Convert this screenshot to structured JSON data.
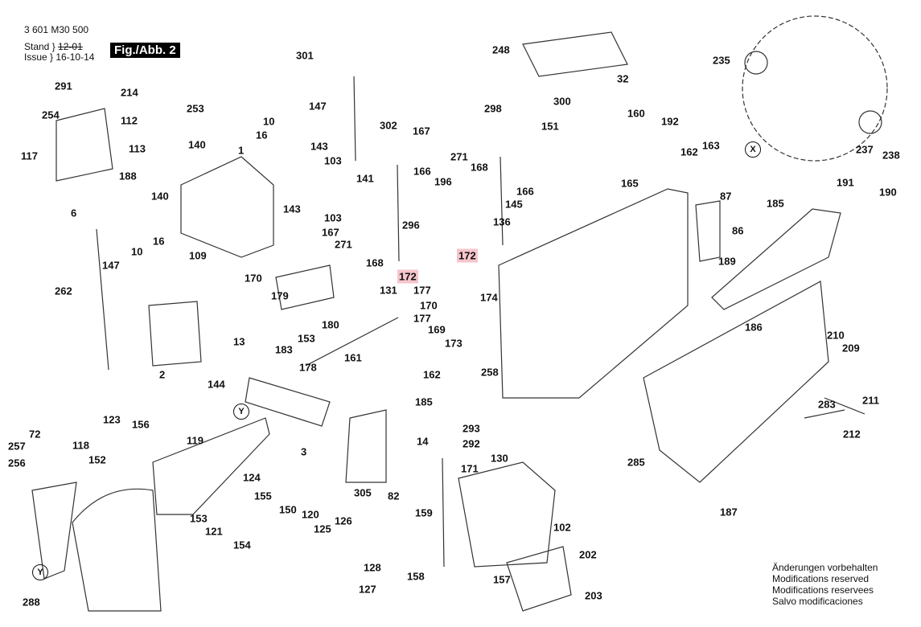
{
  "header": {
    "part_number": "3 601 M30 500",
    "stand_label": "Stand",
    "issue_label": "Issue",
    "old_date": "12-01",
    "issue_date": "16-10-14",
    "figure": "Fig./Abb. 2"
  },
  "highlight_color": "#e65a6e",
  "labels": [
    "301",
    "248",
    "235",
    "32",
    "291",
    "214",
    "254",
    "253",
    "147",
    "298",
    "300",
    "112",
    "302",
    "167",
    "151",
    "160",
    "192",
    "10",
    "16",
    "1",
    "113",
    "140",
    "143",
    "271",
    "168",
    "162",
    "163",
    "237",
    "238",
    "117",
    "103",
    "141",
    "166",
    "196",
    "166",
    "145",
    "165",
    "87",
    "185",
    "191",
    "190",
    "188",
    "140",
    "143",
    "103",
    "6",
    "296",
    "136",
    "86",
    "167",
    "271",
    "168",
    "109",
    "10",
    "16",
    "147",
    "172",
    "189",
    "262",
    "170",
    "179",
    "172",
    "131",
    "177",
    "174",
    "170",
    "177",
    "169",
    "180",
    "153",
    "186",
    "210",
    "209",
    "183",
    "13",
    "173",
    "161",
    "2",
    "144",
    "178",
    "162",
    "258",
    "185",
    "283",
    "211",
    "212",
    "Y",
    "72",
    "123",
    "156",
    "118",
    "152",
    "119",
    "257",
    "256",
    "3",
    "293",
    "14",
    "292",
    "171",
    "130",
    "285",
    "124",
    "155",
    "305",
    "82",
    "159",
    "102",
    "120",
    "150",
    "125",
    "126",
    "153",
    "121",
    "154",
    "187",
    "202",
    "128",
    "127",
    "158",
    "157",
    "203",
    "Y",
    "288",
    "X"
  ],
  "notes": [
    "Änderungen vorbehalten",
    "Modifications reserved",
    "Modifications reservees",
    "Salvo modificaciones"
  ]
}
